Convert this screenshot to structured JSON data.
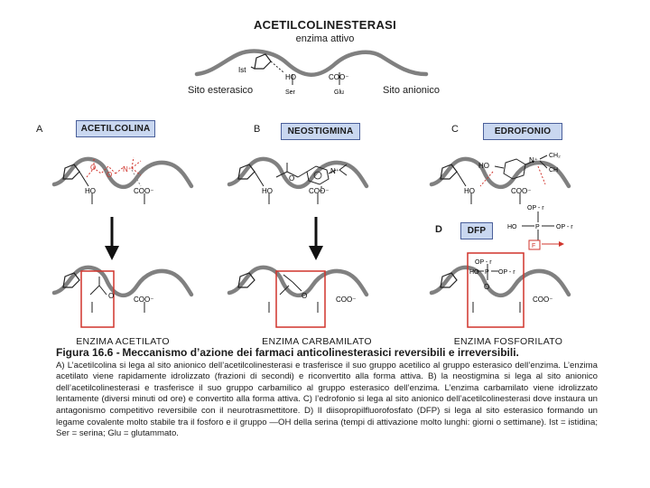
{
  "header": {
    "title": "ACETILCOLINESTERASI",
    "subtitle": "enzima attivo",
    "site_esterasic": "Sito esterasico",
    "site_anionic": "Sito anionico",
    "residue_ist": "Ist",
    "residue_ser": "Ser",
    "residue_glu": "Glu",
    "group_ho": "HO",
    "group_coo": "COO⁻"
  },
  "panels": {
    "a": {
      "letter": "A",
      "drug": "ACETILCOLINA",
      "product": "ENZIMA ACETILATO"
    },
    "b": {
      "letter": "B",
      "drug": "NEOSTIGMINA",
      "product": "ENZIMA CARBAMILATO"
    },
    "c": {
      "letter": "C",
      "drug": "EDROFONIO",
      "product": "ENZIMA FOSFORILATO"
    },
    "d": {
      "letter": "D",
      "drug": "DFP"
    }
  },
  "chem_labels": {
    "ho": "HO",
    "coo": "COO⁻",
    "o": "O",
    "n_plus": "N⁺",
    "ch2": "CH₂",
    "ch": "CH",
    "op_r": "OP - r",
    "p": "P",
    "f": "F"
  },
  "caption": {
    "fig_label": "Figura 16.6 -",
    "fig_title": "Meccanismo d’azione dei farmaci anticolinesterasici reversibili e irreversibili.",
    "body": "A) L’acetilcolina si lega al sito anionico dell’acetilcolinesterasi e trasferisce il suo gruppo acetilico al gruppo esterasico dell’enzima. L’enzima acetilato viene rapidamente idrolizzato (frazioni di secondi) e riconvertito alla forma attiva. B) la neostigmina si lega al sito anionico dell’acetilcolinesterasi e trasferisce il suo gruppo carbamilico al gruppo esterasico dell’enzima. L’enzima carbamilato viene idrolizzato lentamente (diversi minuti od ore) e convertito alla forma attiva. C) l’edrofonio si lega al sito anionico dell’acetilcolinesterasi dove instaura un antagonismo competitivo reversibile con il neurotrasmettitore. D) Il diisopropilfluorofosfato (DFP) si lega al sito esterasico formando un legame covalente molto stabile tra il fosforo e il gruppo —OH della serina (tempi di attivazione molto lunghi: giorni o settimane). Ist = istidina; Ser = serina; Glu = glutammato."
  },
  "colors": {
    "highlight": "#d0342c",
    "drug_box_fill": "#c9d7f0",
    "enzyme": "#808080"
  }
}
